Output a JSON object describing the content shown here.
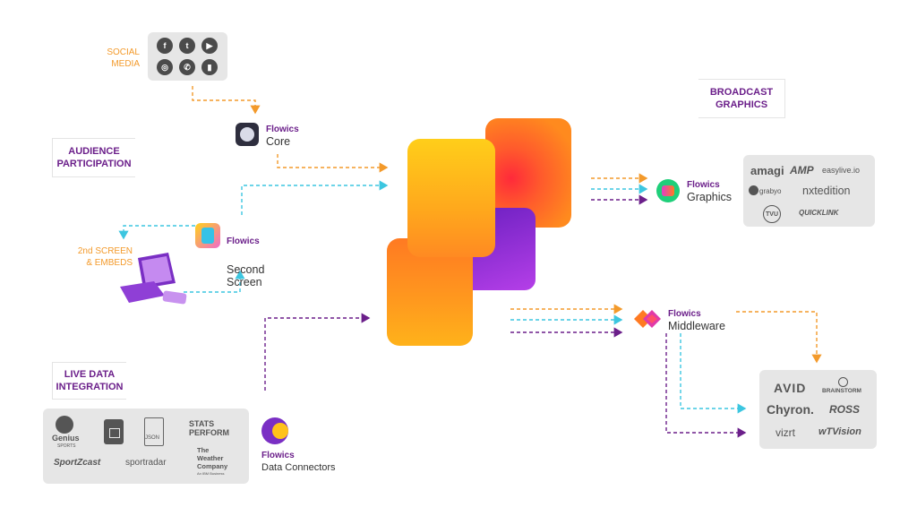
{
  "sources": {
    "social_media": {
      "label": "SOCIAL\nMEDIA",
      "icons": [
        "facebook-icon",
        "twitter-icon",
        "youtube-icon",
        "instagram-icon",
        "whatsapp-icon",
        "twitch-icon"
      ]
    },
    "second_screen": {
      "label": "2nd SCREEN\n& EMBEDS"
    }
  },
  "sections": {
    "audience": "AUDIENCE\nPARTICIPATION",
    "live_data": "LIVE DATA\nINTEGRATION",
    "broadcast": "BROADCAST\nGRAPHICS"
  },
  "products": {
    "core": {
      "brand": "Flowics",
      "name": "Core"
    },
    "second_screen": {
      "brand": "Flowics",
      "name": "Second\nScreen"
    },
    "graphics": {
      "brand": "Flowics",
      "name": "Graphics"
    },
    "middleware": {
      "brand": "Flowics",
      "name": "Middleware"
    },
    "data_connectors": {
      "brand": "Flowics",
      "name": "Data Connectors"
    }
  },
  "logos": {
    "broadcast": [
      "amagi",
      "AMP",
      "easylive.io",
      "grabyo",
      "nxtedition",
      "TVU",
      "QUICKLINK"
    ],
    "middleware_targets": [
      "AVID",
      "BRAINSTORM",
      "Chyron.",
      "ROSS",
      "vizrt",
      "wTVision"
    ],
    "data": [
      "Genius",
      "SPORTS",
      "JSON",
      "STATS",
      "PERFORM",
      "SportZcast",
      "sportradar",
      "The",
      "Weather",
      "Company",
      "An IBM Business"
    ]
  },
  "colors": {
    "orange": "#f39a2b",
    "cyan": "#3cc6e0",
    "purple": "#6b1f8a"
  }
}
